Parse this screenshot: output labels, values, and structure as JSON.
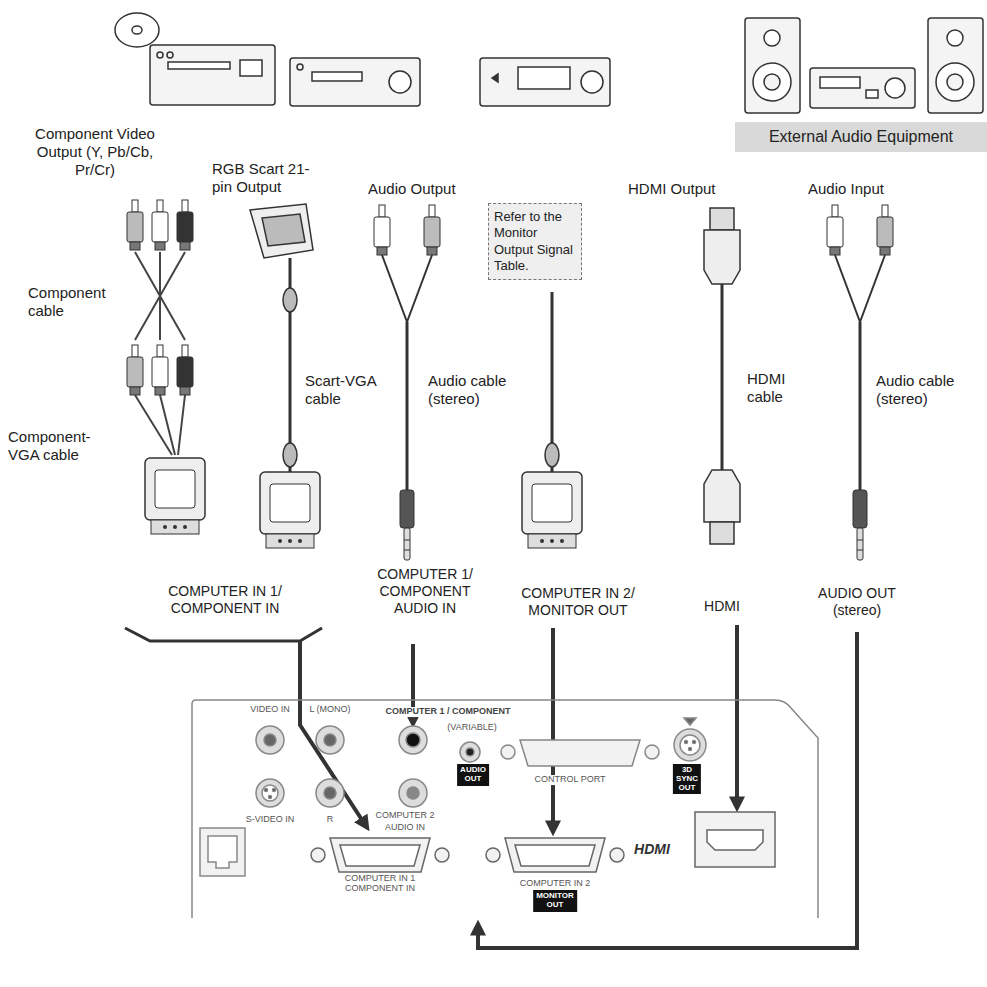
{
  "diagram": {
    "nodes": [
      {
        "text": [
          "External Audio Equipment"
        ]
      },
      {
        "text": [
          "Refer to the Monitor Output Signal Table."
        ]
      },
      {
        "text": [
          "VIDEO IN",
          "L (MONO)",
          "COMPUTER 1 / COMPONENT",
          "(VARIABLE)",
          "S-VIDEO IN",
          "R",
          "COMPUTER 2",
          "AUDIO IN",
          "CONTROL PORT",
          "COMPUTER IN 1 COMPONENT IN",
          "COMPUTER IN 2",
          "HDMI"
        ]
      },
      {
        "text": [
          "AUDIO OUT"
        ],
        "in": 2
      },
      {
        "text": [
          "MONITOR OUT"
        ],
        "in": 2
      },
      {
        "text": [
          "3D SYNC OUT"
        ],
        "in": 2
      }
    ],
    "labels": [
      "Component Video Output (Y, Pb/Cb, Pr/Cr)",
      "RGB Scart 21-pin Output",
      "Audio Output",
      "HDMI Output",
      "Audio Input",
      "Component cable",
      "Scart-VGA cable",
      "Audio cable (stereo)",
      "HDMI cable",
      "Audio cable (stereo)",
      "Component-VGA cable",
      "COMPUTER IN 1/ COMPONENT IN",
      "COMPUTER 1/ COMPONENT AUDIO IN",
      "COMPUTER IN 2/ MONITOR OUT",
      "HDMI",
      "AUDIO OUT (stereo)"
    ]
  }
}
